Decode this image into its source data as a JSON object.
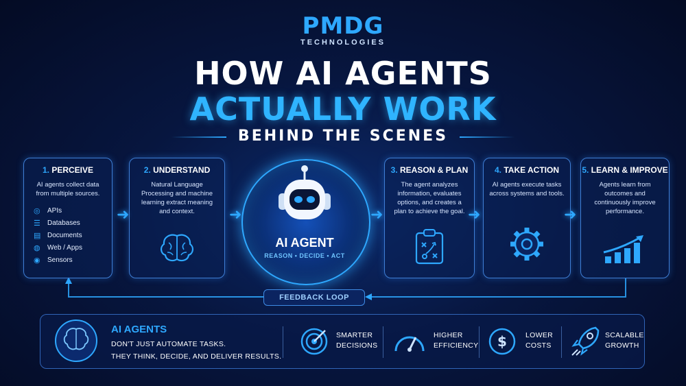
{
  "brand": {
    "main_a": "PMDG",
    "sub": "TECHNOLOGIES"
  },
  "header": {
    "title_line1": "HOW AI AGENTS",
    "title_line2": "ACTUALLY WORK",
    "subtitle": "BEHIND THE SCENES"
  },
  "steps": [
    {
      "num": "1.",
      "title": "PERCEIVE",
      "desc": "AI agents collect data from multiple sources.",
      "icon": "sources-list"
    },
    {
      "num": "2.",
      "title": "UNDERSTAND",
      "desc": "Natural Language Processing and machine learning extract meaning and context.",
      "icon": "brain-icon"
    },
    {
      "num": "3.",
      "title": "REASON & PLAN",
      "desc": "The agent analyzes information, evaluates options, and creates a plan to achieve the goal.",
      "icon": "clipboard-plan-icon"
    },
    {
      "num": "4.",
      "title": "TAKE ACTION",
      "desc": "AI agents execute tasks across systems and tools.",
      "icon": "gear-icon"
    },
    {
      "num": "5.",
      "title": "LEARN & IMPROVE",
      "desc": "Agents learn from outcomes and continuously improve performance.",
      "icon": "growth-chart-icon"
    }
  ],
  "sources": [
    {
      "label": "APIs",
      "icon": "api-icon"
    },
    {
      "label": "Databases",
      "icon": "database-icon"
    },
    {
      "label": "Documents",
      "icon": "document-icon"
    },
    {
      "label": "Web / Apps",
      "icon": "globe-icon"
    },
    {
      "label": "Sensors",
      "icon": "sensor-icon"
    }
  ],
  "agent": {
    "name": "AI AGENT",
    "tagline": "REASON • DECIDE • ACT"
  },
  "loop": {
    "label": "FEEDBACK LOOP"
  },
  "summary": {
    "title": "AI AGENTS",
    "line1": "DON'T JUST AUTOMATE TASKS.",
    "line2": "THEY THINK, DECIDE, AND DELIVER RESULTS."
  },
  "benefits": [
    {
      "line1": "SMARTER",
      "line2": "DECISIONS",
      "icon": "target-icon"
    },
    {
      "line1": "HIGHER",
      "line2": "EFFICIENCY",
      "icon": "speedometer-icon"
    },
    {
      "line1": "LOWER",
      "line2": "COSTS",
      "icon": "dollar-icon"
    },
    {
      "line1": "SCALABLE",
      "line2": "GROWTH",
      "icon": "rocket-icon"
    }
  ],
  "colors": {
    "accent": "#2ea8ff",
    "background": "#07163f",
    "card_border": "#3f7fd6"
  }
}
